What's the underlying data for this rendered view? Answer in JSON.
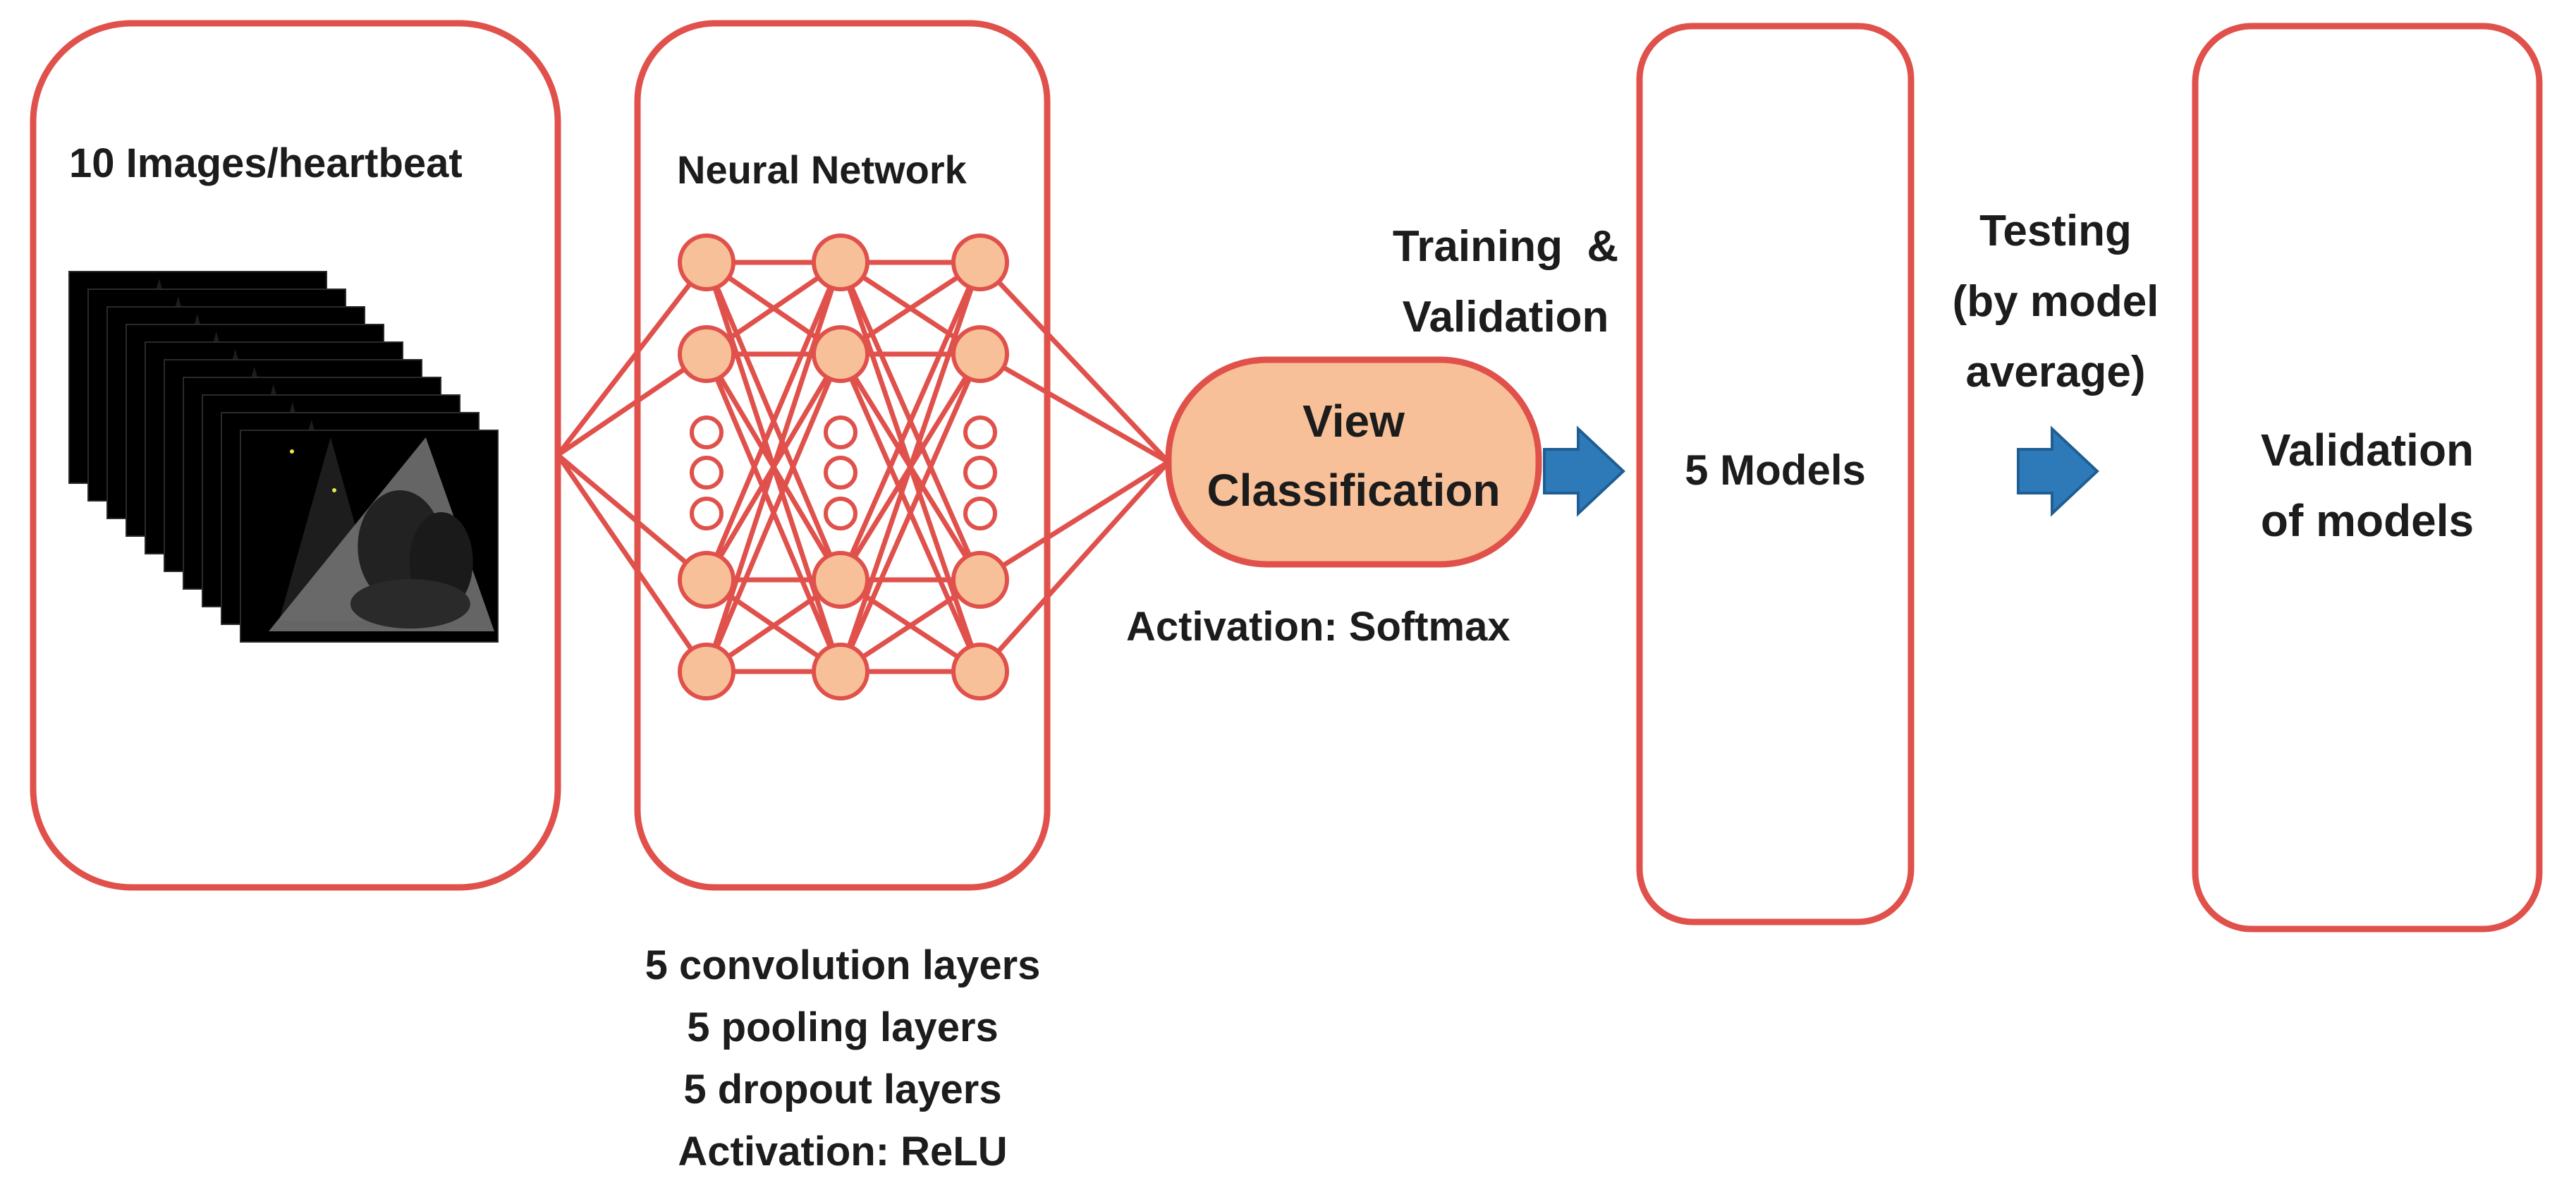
{
  "colors": {
    "box_stroke": "#e0514c",
    "neuron_fill": "#f8c098",
    "neuron_stroke": "#e0514c",
    "classification_fill": "#f8c098",
    "arrow_fill": "#2e7ab8",
    "arrow_stroke": "#1f5e92",
    "text": "#1c1c1c"
  },
  "images_box": {
    "title": "10 Images/heartbeat",
    "stack_count": 10
  },
  "network_box": {
    "title": "Neural Network",
    "layers": [
      {
        "big": 2,
        "small": 3,
        "big_after": 2
      },
      {
        "big": 2,
        "small": 3,
        "big_after": 2
      },
      {
        "big": 2,
        "small": 3,
        "big_after": 2
      }
    ],
    "details": "5 convolution layers\n5 pooling layers\n5 dropout layers\nActivation: ReLU"
  },
  "classification": {
    "label": "View\nClassification",
    "activation": "Activation: Softmax"
  },
  "training_label": "Training  &\nValidation",
  "models_box": {
    "label": "5 Models"
  },
  "testing_label": "Testing\n(by model\naverage)",
  "validation_box": {
    "label": "Validation\nof models"
  },
  "icons": [
    "right-arrow-icon",
    "right-arrow-icon"
  ]
}
